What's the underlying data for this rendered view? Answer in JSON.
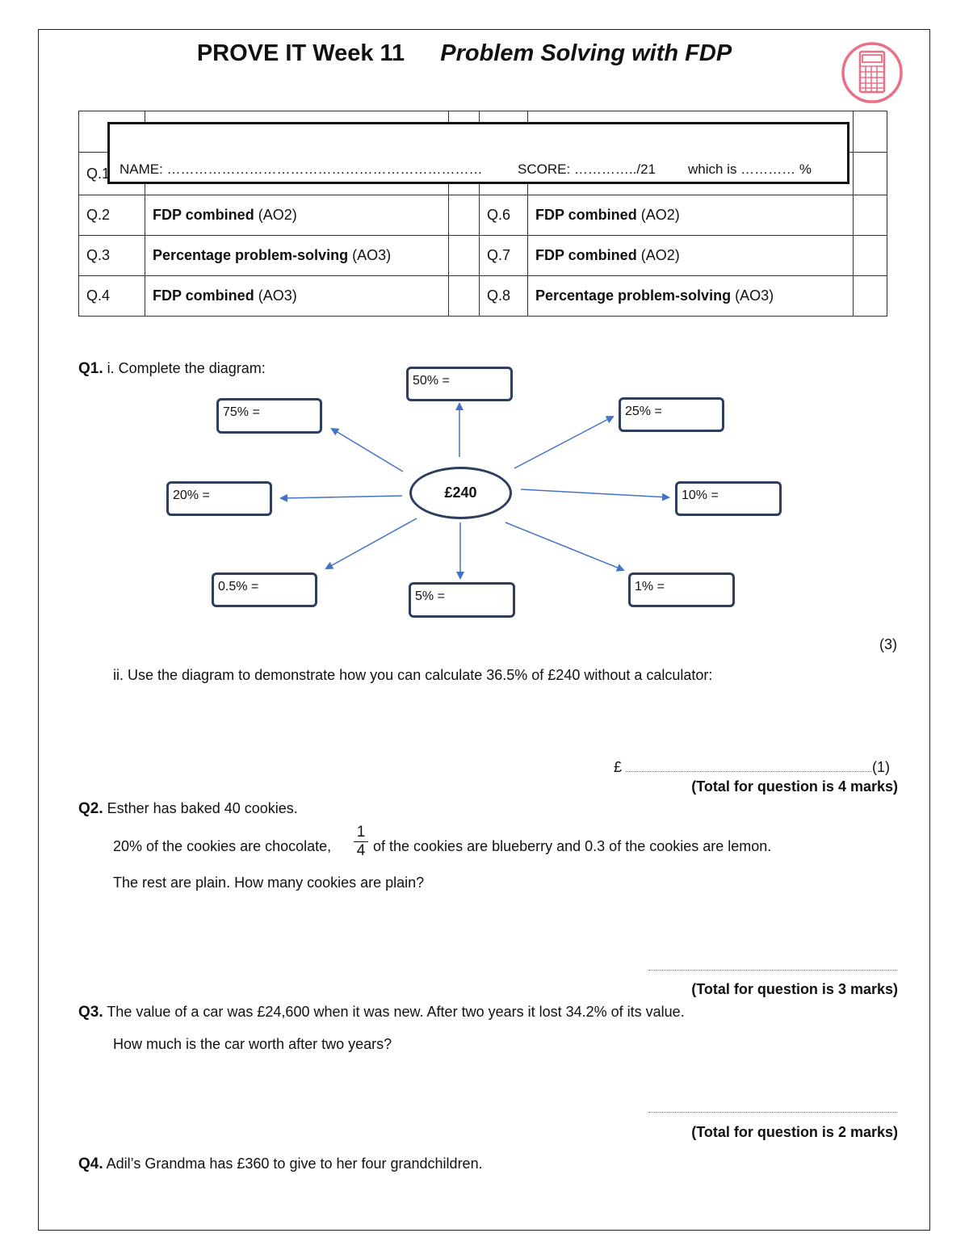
{
  "header": {
    "title_main": "PROVE IT Week 11",
    "title_sub": "Problem Solving with FDP"
  },
  "name_box": {
    "name": "NAME: ……………………………………………………………",
    "score": "SCORE: …………../21",
    "percent": "which is ………… %"
  },
  "topic_table": {
    "hidden_row_label": "Q.1",
    "rows": [
      {
        "q_left": "Q.2",
        "topic_left": "FDP combined",
        "ao_left": "(AO2)",
        "q_right": "Q.6",
        "topic_right": "FDP combined",
        "ao_right": "(AO2)"
      },
      {
        "q_left": "Q.3",
        "topic_left": "Percentage problem-solving",
        "ao_left": "(AO3)",
        "q_right": "Q.7",
        "topic_right": "FDP combined",
        "ao_right": "(AO2)"
      },
      {
        "q_left": "Q.4",
        "topic_left": "FDP combined",
        "ao_left": "(AO3)",
        "q_right": "Q.8",
        "topic_right": "Percentage problem-solving",
        "ao_right": "(AO3)"
      }
    ]
  },
  "q1": {
    "label": "Q1.",
    "part_i": "i. Complete the diagram:",
    "center": "£240",
    "boxes": {
      "p50": "50% =",
      "p75": "75% =",
      "p25": "25% =",
      "p20": "20% =",
      "p10": "10% =",
      "p05": "0.5% =",
      "p5": "5% =",
      "p1": "1% ="
    },
    "marks_i": "(3)",
    "part_ii": "ii. Use the diagram to demonstrate how you can calculate 36.5% of £240 without a calculator:",
    "answer_prefix": "£",
    "marks_ii": "(1)",
    "total": "(Total for question is 4 marks)"
  },
  "q2": {
    "label": "Q2.",
    "line1": "Esther has baked 40 cookies.",
    "line2_a": "20% of the cookies are chocolate,",
    "frac_num": "1",
    "frac_den": "4",
    "line2_b": "of the cookies are blueberry and 0.3 of the cookies are lemon.",
    "line3": "The rest are plain. How many cookies are plain?",
    "total": "(Total for question is 3 marks)"
  },
  "q3": {
    "label": "Q3.",
    "line1": "The value of a car was £24,600 when it was new. After two years it lost 34.2% of its value.",
    "line2": "How much is the car worth after two years?",
    "total": "(Total for question is 2 marks)"
  },
  "q4": {
    "label": "Q4.",
    "line1": "Adil’s Grandma has £360 to give to her four grandchildren."
  },
  "colors": {
    "icon_pink": "#ec6f86",
    "diagram_border": "#2f3d5e",
    "arrow_blue": "#4472c4"
  }
}
